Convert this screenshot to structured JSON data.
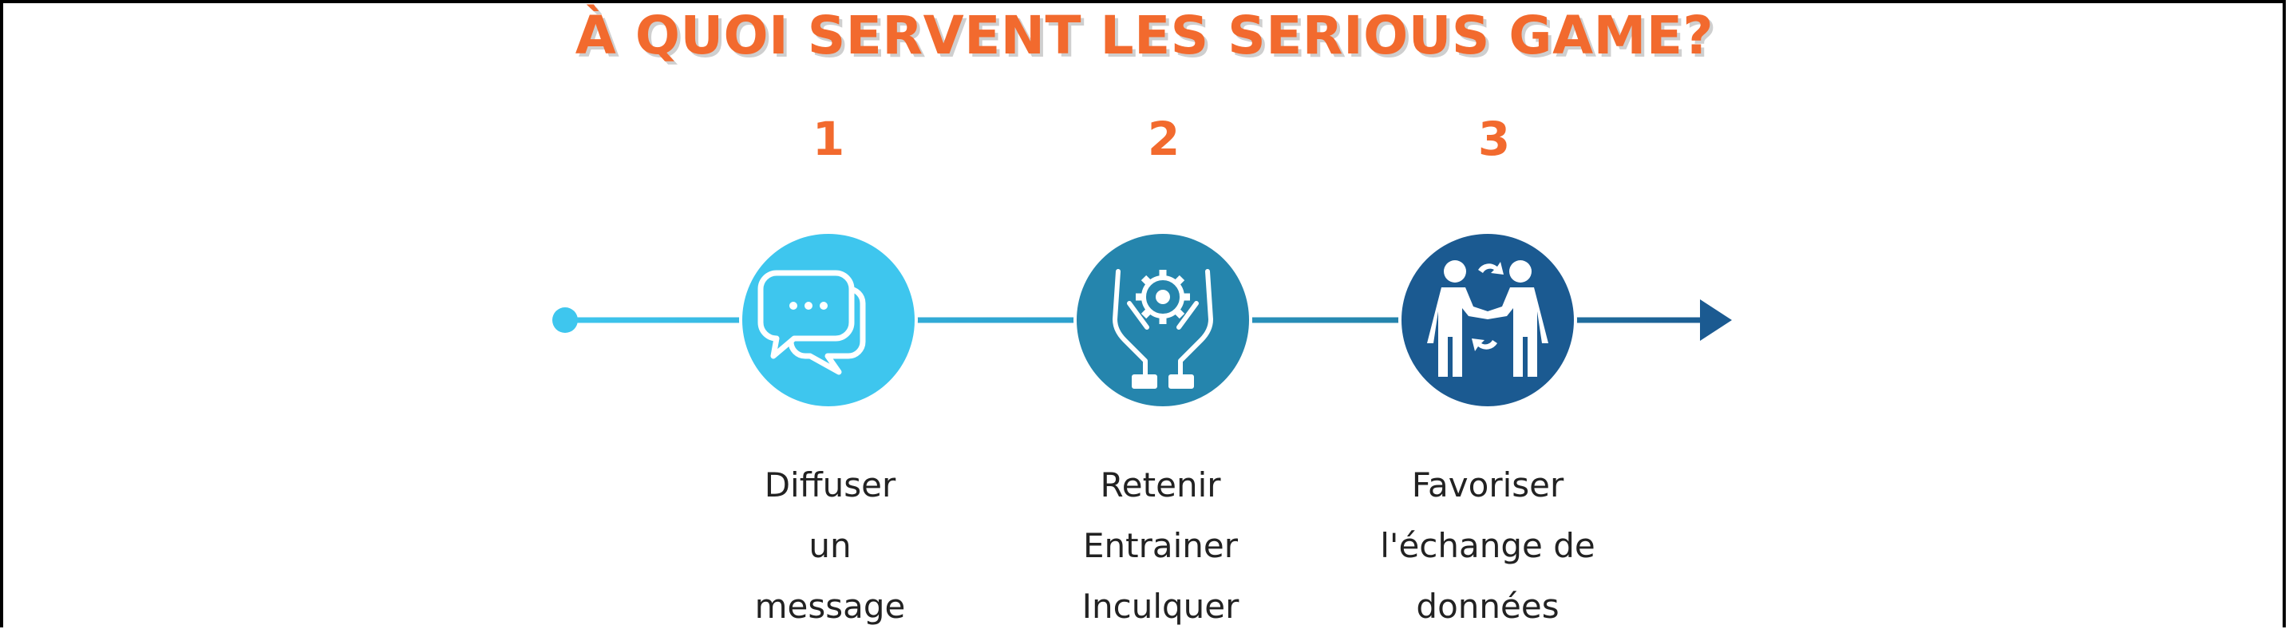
{
  "title": "À QUOI SERVENT LES SERIOUS GAME?",
  "colors": {
    "accent": "#f26a2e",
    "step1": "#3ec6ee",
    "step2": "#2585ad",
    "step3": "#1b5a91",
    "text": "#222222"
  },
  "steps": [
    {
      "number": "1",
      "icon": "chat-bubbles-icon",
      "lines": [
        "Diffuser",
        "un",
        "message"
      ]
    },
    {
      "number": "2",
      "icon": "hands-gear-icon",
      "lines": [
        "Retenir",
        "Entrainer",
        "Inculquer"
      ]
    },
    {
      "number": "3",
      "icon": "people-exchange-icon",
      "lines": [
        "Favoriser",
        "l'échange de",
        "données"
      ]
    }
  ]
}
